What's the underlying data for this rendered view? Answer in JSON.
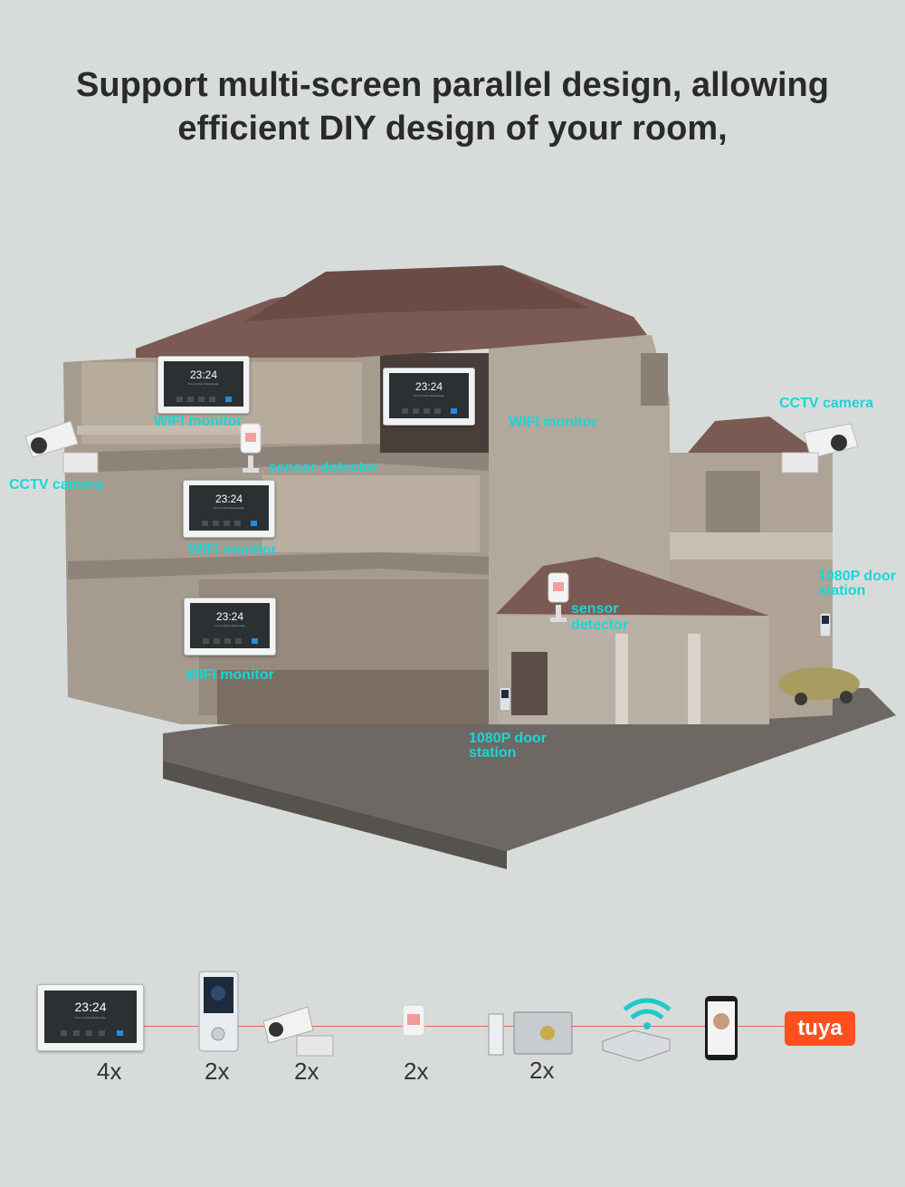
{
  "headline": {
    "line1": "Support multi-screen parallel design, allowing",
    "line2": "efficient DIY design of your room,"
  },
  "labels": {
    "wifi_monitor": "WIFI monitor",
    "sensor_detector": "sensor detector",
    "sensor": "sensor",
    "detector": "detector",
    "cctv_camera": "CCTV camera",
    "door_station_l1": "1080P door",
    "door_station_l2": "station"
  },
  "monitor_screen": {
    "time": "23:24",
    "date": "Nov 24 2021 Wednesday"
  },
  "products": [
    {
      "name": "wifi-monitor",
      "qty": "4x"
    },
    {
      "name": "door-station",
      "qty": "2x"
    },
    {
      "name": "cctv-camera",
      "qty": "2x"
    },
    {
      "name": "sensor-detector",
      "qty": "2x"
    },
    {
      "name": "electric-lock",
      "qty": "2x"
    },
    {
      "name": "wifi-router",
      "qty": ""
    },
    {
      "name": "smartphone-app",
      "qty": ""
    },
    {
      "name": "tuya-logo",
      "qty": ""
    }
  ],
  "brand": {
    "tuya": "tuya"
  },
  "colors": {
    "background": "#d7dcdb",
    "label_cyan": "#19d6d6",
    "roof": "#7a5a52",
    "wall": "#a59b8f",
    "tuya_orange": "#ff4f1f",
    "guide_line": "#e06060"
  }
}
